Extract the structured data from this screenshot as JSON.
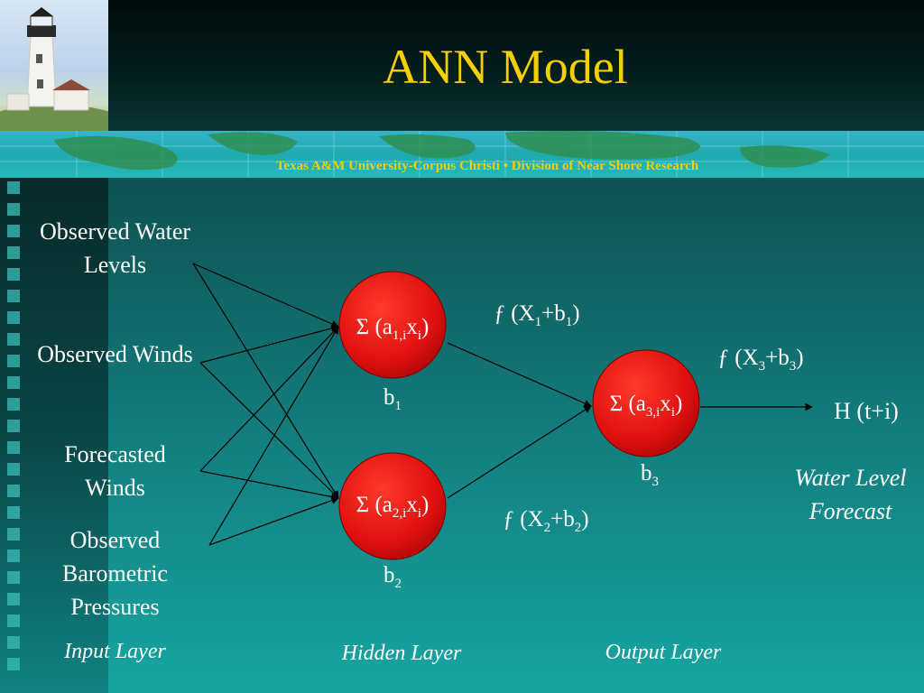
{
  "slide": {
    "title": "ANN Model",
    "banner": "Texas A&M University-Corpus Christi • Division of Near Shore Research"
  },
  "inputs": {
    "observed_water_levels": "Observed Water Levels",
    "observed_winds": "Observed Winds",
    "forecasted_winds": "Forecasted Winds",
    "observed_barometric_pressures": "Observed Barometric Pressures"
  },
  "nodes": {
    "hidden1": {
      "sigma": "Σ (a",
      "a_sub": "1,i",
      "x": "x",
      "x_sub": "i",
      "close": ")",
      "bias": "b",
      "bias_sub": "1"
    },
    "hidden2": {
      "sigma": "Σ (a",
      "a_sub": "2,i",
      "x": "x",
      "x_sub": "i",
      "close": ")",
      "bias": "b",
      "bias_sub": "2"
    },
    "output": {
      "sigma": "Σ (a",
      "a_sub": "3,i",
      "x": "x",
      "x_sub": "i",
      "close": ")",
      "bias": "b",
      "bias_sub": "3"
    }
  },
  "functions": {
    "f1": {
      "pre": "ƒ (X",
      "sub1": "1",
      "mid": "+b",
      "sub2": "1",
      "post": ")"
    },
    "f2": {
      "pre": "ƒ (X",
      "sub1": "2",
      "mid": "+b",
      "sub2": "2",
      "post": ")"
    },
    "f3": {
      "pre": "ƒ (X",
      "sub1": "3",
      "mid": "+b",
      "sub2": "3",
      "post": ")"
    }
  },
  "output": {
    "label": "H (t+i)",
    "caption": "Water Level Forecast"
  },
  "layers": {
    "input": "Input Layer",
    "hidden": "Hidden Layer",
    "output": "Output Layer"
  },
  "colors": {
    "title": "#f5d000",
    "node_fill": "#e01010",
    "background": "#138080"
  }
}
